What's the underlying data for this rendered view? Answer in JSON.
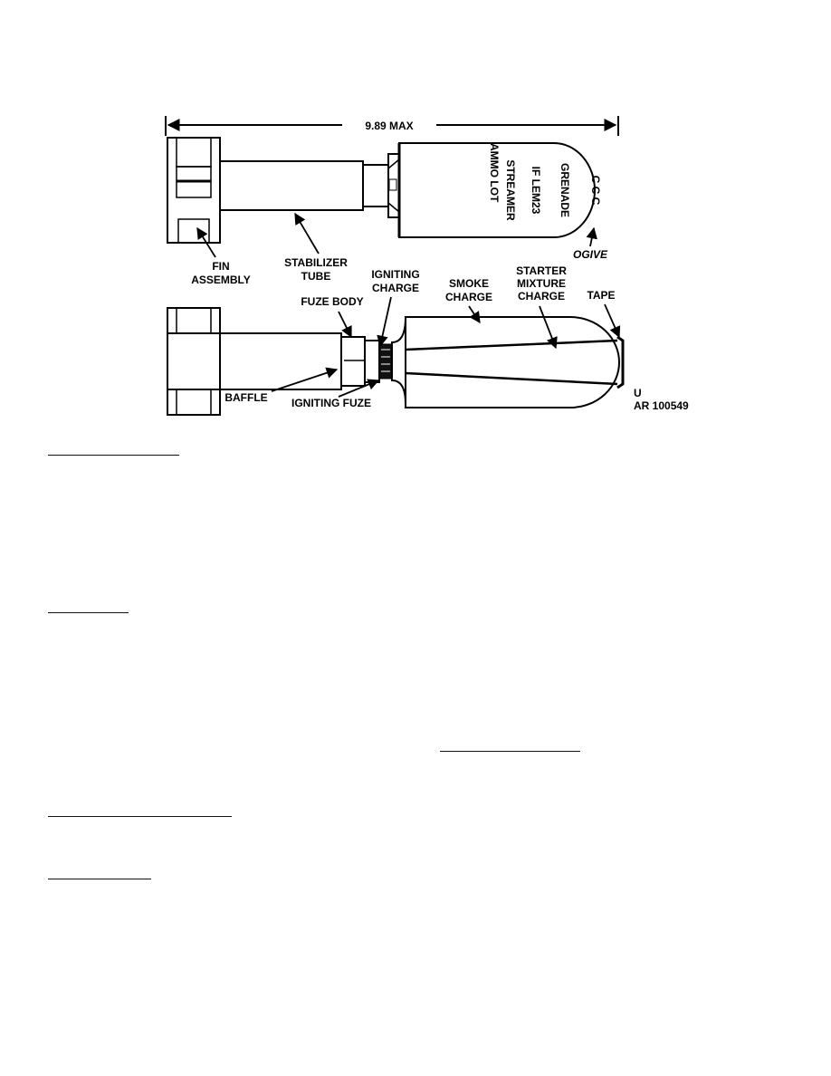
{
  "figure": {
    "dimension": "9.89 MAX",
    "grenade_text": {
      "line1": "GRENADE",
      "line2": "IF LEM23",
      "line3": "STREAMER",
      "line4": "AMMO LOT",
      "marks": "C   C   C"
    },
    "labels": {
      "fin_assembly": [
        "FIN",
        "ASSEMBLY"
      ],
      "stabilizer_tube": [
        "STABILIZER",
        "TUBE"
      ],
      "ogive": "OGIVE",
      "fuze_body": "FUZE BODY",
      "igniting_charge": [
        "IGNITING",
        "CHARGE"
      ],
      "smoke_charge": [
        "SMOKE",
        "CHARGE"
      ],
      "starter_mixture_charge": [
        "STARTER",
        "MIXTURE",
        "CHARGE"
      ],
      "tape": "TAPE",
      "baffle": "BAFFLE",
      "igniting_fuze": "IGNITING FUZE",
      "classification": "U",
      "figure_number": "AR 100549"
    }
  }
}
